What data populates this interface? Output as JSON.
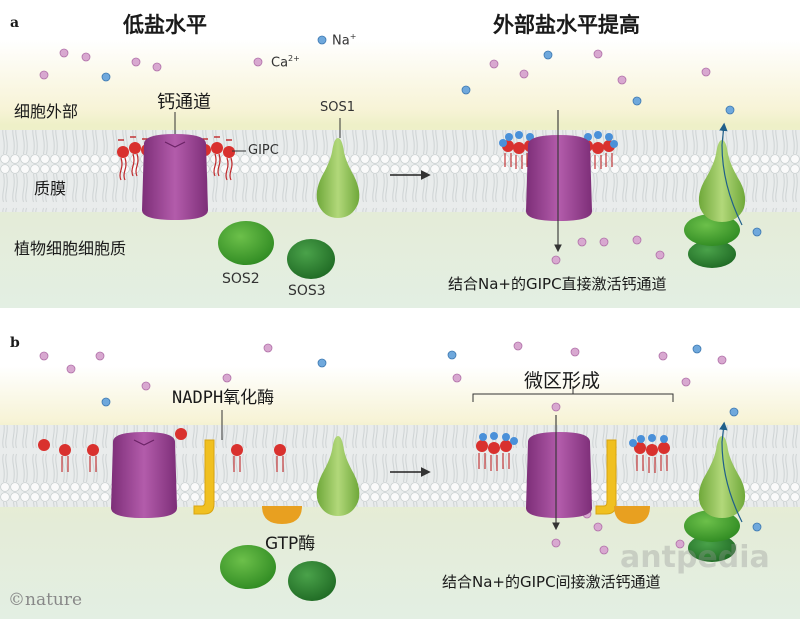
{
  "panel_a": {
    "letter": "a",
    "heading_left": "低盐水平",
    "heading_right": "外部盐水平提高",
    "label_outside": "细胞外部",
    "label_membrane": "质膜",
    "label_cytoplasm": "植物细胞细胞质",
    "label_channel": "钙通道",
    "label_gipc": "GIPC",
    "label_sos1": "SOS1",
    "label_sos2": "SOS2",
    "label_sos3": "SOS3",
    "legend_ca": "Ca",
    "legend_ca_sup": "2+",
    "legend_na": "Na",
    "legend_na_sup": "+",
    "caption": "结合Na+的GIPC直接激活钙通道"
  },
  "panel_b": {
    "letter": "b",
    "label_nadph": "NADPH氧化酶",
    "label_gtp": "GTP酶",
    "label_microdomain": "微区形成",
    "caption": "结合Na+的GIPC间接激活钙通道"
  },
  "credit": "©nature",
  "watermark": "antpedia",
  "colors": {
    "na_ion": "#4a90d9",
    "ca_ion": "#c880b8",
    "gipc_head": "#d9312e",
    "channel": "#9b3f92",
    "sos1": "#8cc04a",
    "sos2": "#3f9a2a",
    "sos3": "#2a7a2a",
    "nadph": "#f0c020",
    "gtpase": "#e8a020"
  }
}
